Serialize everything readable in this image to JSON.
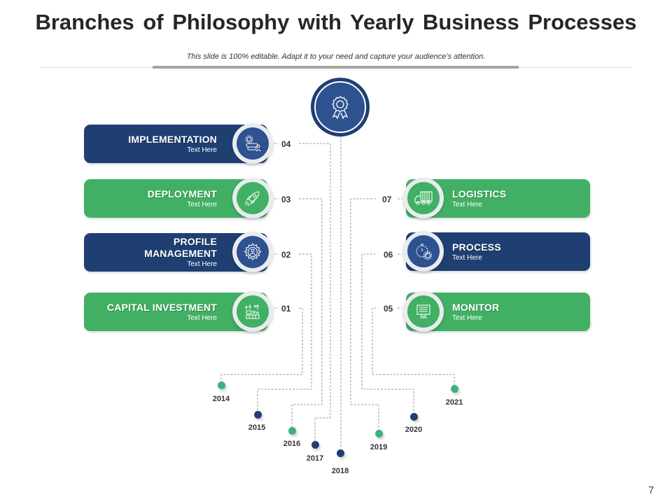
{
  "title": "Branches of Philosophy with Yearly Business Processes",
  "subtitle": "This slide is 100% editable. Adapt it to your need and capture your audience’s attention.",
  "page_number": "7",
  "colors": {
    "blue": "#1f3f73",
    "green": "#41b064",
    "dot_green": "#3bb37a"
  },
  "top_icon": "award-ribbon-icon",
  "left_items": [
    {
      "number": "04",
      "title": "IMPLEMENTATION",
      "text": "Text Here",
      "color": "blue",
      "icon": "gear-server-user-icon"
    },
    {
      "number": "03",
      "title": "DEPLOYMENT",
      "text": "Text Here",
      "color": "green",
      "icon": "rocket-icon"
    },
    {
      "number": "02",
      "title": "PROFILE MANAGEMENT",
      "title_line1": "PROFILE",
      "title_line2": "MANAGEMENT",
      "text": "Text Here",
      "color": "blue",
      "icon": "gear-user-icon"
    },
    {
      "number": "01",
      "title": "CAPITAL INVESTMENT",
      "text": "Text Here",
      "color": "green",
      "icon": "investment-chart-icon"
    }
  ],
  "right_items": [
    {
      "number": "07",
      "title": "LOGISTICS",
      "text": "Text Here",
      "color": "green",
      "icon": "truck-icon"
    },
    {
      "number": "06",
      "title": "PROCESS",
      "text": "Text Here",
      "color": "blue",
      "icon": "stopwatch-gear-icon"
    },
    {
      "number": "05",
      "title": "MONITOR",
      "text": "Text Here",
      "color": "green",
      "icon": "monitor-icon"
    }
  ],
  "years": [
    {
      "year": "2014",
      "color": "green"
    },
    {
      "year": "2015",
      "color": "blue"
    },
    {
      "year": "2016",
      "color": "green"
    },
    {
      "year": "2017",
      "color": "blue"
    },
    {
      "year": "2018",
      "color": "blue"
    },
    {
      "year": "2019",
      "color": "green"
    },
    {
      "year": "2020",
      "color": "blue"
    },
    {
      "year": "2021",
      "color": "green"
    }
  ]
}
